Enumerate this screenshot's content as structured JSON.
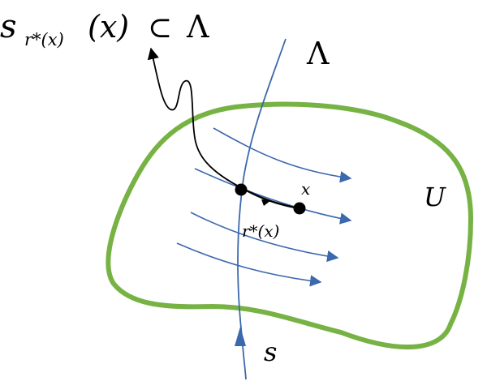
{
  "labels": {
    "formula_s": "s",
    "formula_sub": "r*(x)",
    "formula_arg": "(x)",
    "formula_subset": "⊂",
    "formula_lambda": "Λ",
    "lambda": "Λ",
    "region": "U",
    "point_x": "x",
    "point_r": "r*(x)",
    "curve_s": "s"
  },
  "colors": {
    "region_stroke": "#77b244",
    "flow_lines": "#3c68ad",
    "ink": "#000000"
  }
}
